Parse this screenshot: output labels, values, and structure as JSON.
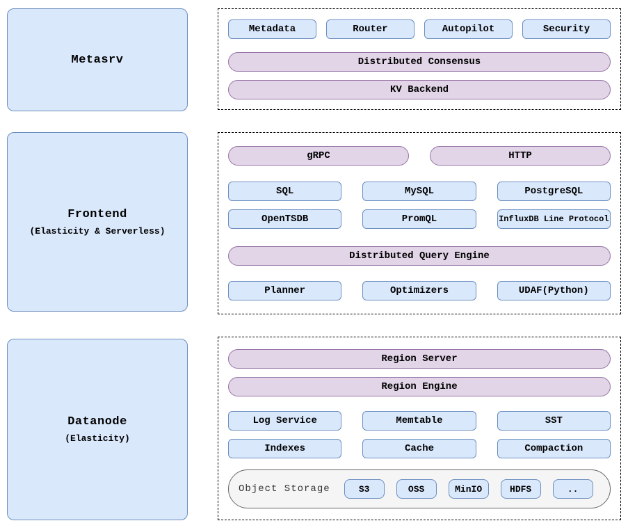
{
  "colors": {
    "node_fill": "#dae8fc",
    "node_border": "#6c8ebf",
    "layer_fill": "#e1d5e7",
    "layer_border": "#9673a6",
    "storage_fill": "#f5f5f5",
    "storage_border": "#666666",
    "panel_border": "#000000",
    "text": "#000000"
  },
  "metasrv": {
    "title": "Metasrv",
    "modules": [
      "Metadata",
      "Router",
      "Autopilot",
      "Security"
    ],
    "layers": [
      "Distributed Consensus",
      "KV Backend"
    ]
  },
  "frontend": {
    "title": "Frontend",
    "subtitle": "(Elasticity & Serverless)",
    "entry_layers": [
      "gRPC",
      "HTTP"
    ],
    "protocols": [
      [
        "SQL",
        "MySQL",
        "PostgreSQL"
      ],
      [
        "OpenTSDB",
        "PromQL",
        "InfluxDB Line Protocol"
      ]
    ],
    "engine_layer": "Distributed Query Engine",
    "engine_parts": [
      "Planner",
      "Optimizers",
      "UDAF(Python)"
    ]
  },
  "datanode": {
    "title": "Datanode",
    "subtitle": "(Elasticity)",
    "layers": [
      "Region Server",
      "Region Engine"
    ],
    "components": [
      [
        "Log Service",
        "Memtable",
        "SST"
      ],
      [
        "Indexes",
        "Cache",
        "Compaction"
      ]
    ],
    "object_storage": {
      "label": "Object Storage",
      "backends": [
        "S3",
        "OSS",
        "MinIO",
        "HDFS",
        ".."
      ]
    }
  }
}
